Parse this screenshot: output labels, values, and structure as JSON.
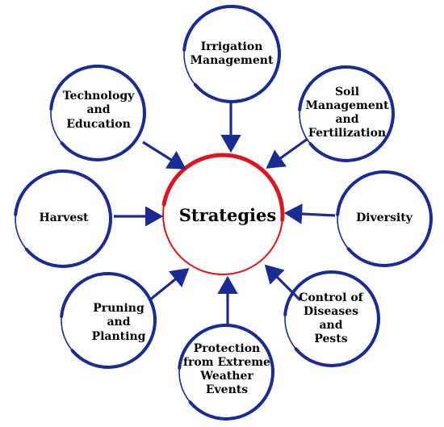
{
  "colors": {
    "satellite": "#1a2b96",
    "center": "#e0141e",
    "arrow": "#1a2b96",
    "text": "#000000"
  },
  "center": {
    "label": "Strategies"
  },
  "nodes": [
    {
      "id": "irrigation",
      "label": "Irrigation\nManagement"
    },
    {
      "id": "soil",
      "label": "Soil\nManagement\nand\nFertilization"
    },
    {
      "id": "diversity",
      "label": "Diversity"
    },
    {
      "id": "diseases",
      "label": "Control of\nDiseases\nand\nPests"
    },
    {
      "id": "protection",
      "label": "Protection\nfrom Extreme\nWeather Events"
    },
    {
      "id": "pruning",
      "label": "Pruning\nand\nPlanting"
    },
    {
      "id": "harvest",
      "label": "Harvest"
    },
    {
      "id": "technology",
      "label": "Technology\nand\nEducation"
    }
  ]
}
